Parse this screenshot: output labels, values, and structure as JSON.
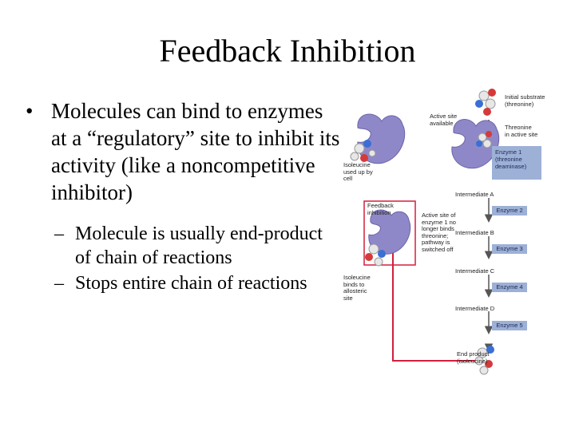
{
  "slide": {
    "title": "Feedback Inhibition",
    "bullets": [
      {
        "level": 1,
        "marker": "•",
        "text": "Molecules can bind to enzymes at a “regulatory” site to inhibit its activity (like a noncompetitive inhibitor)"
      },
      {
        "level": 2,
        "marker": "–",
        "text": "Molecule is usually end-product of chain of reactions"
      },
      {
        "level": 2,
        "marker": "–",
        "text": "Stops entire chain of reactions"
      }
    ]
  },
  "diagram": {
    "labels": {
      "initial_substrate": "Initial substrate\n(threonine)",
      "active_site_available": "Active site\navailable",
      "threonine_in_active_site": "Threonine\nin active site",
      "isoleucine_used_up": "Isoleucine\nused up by\ncell",
      "feedback_inhibition": "Feedback\ninhibition",
      "active_site_no_longer": "Active site of\nenzyme 1 no\nlonger binds\nthreonine;\npathway is\nswitched off",
      "isoleucine_binds": "Isoleucine\nbinds to\nallosteric\nsite",
      "end_product": "End product\n(isoleucine)"
    },
    "enzyme1": "Enzyme 1\n(threonine\ndeaminase)",
    "enzymes": [
      "Enzyme 2",
      "Enzyme 3",
      "Enzyme 4",
      "Enzyme 5"
    ],
    "intermediates": [
      "Intermediate A",
      "Intermediate B",
      "Intermediate C",
      "Intermediate D"
    ],
    "colors": {
      "enzyme": "#8f88c8",
      "label_box": "#9db0d6",
      "feedback_arrow": "#d21f3c",
      "pathway_arrow": "#555555"
    }
  }
}
